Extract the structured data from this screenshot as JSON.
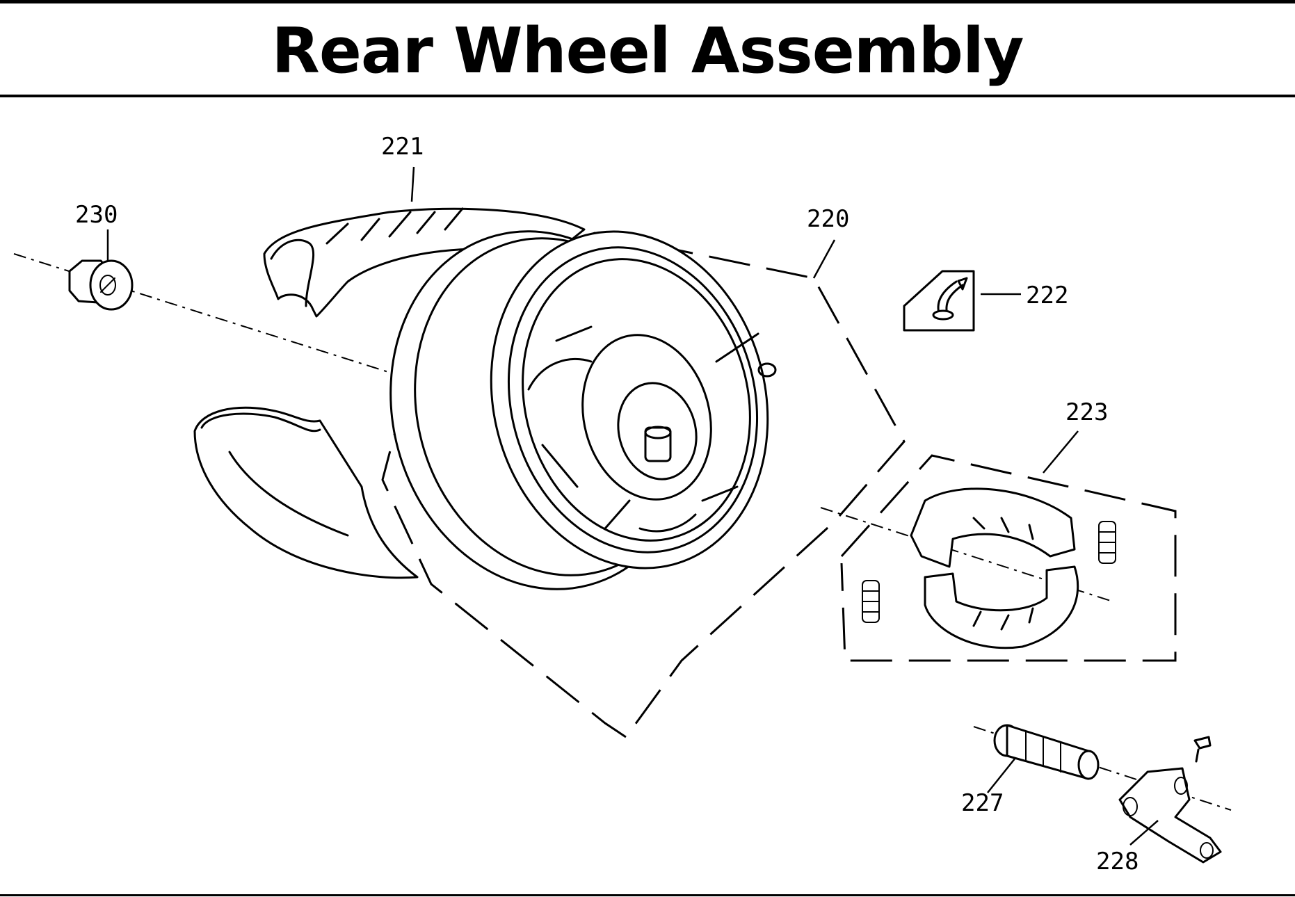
{
  "title": "Rear Wheel Assembly",
  "parts": [
    {
      "number": "221",
      "icon": "tire-icon"
    },
    {
      "number": "230",
      "icon": "axle-nut-icon"
    },
    {
      "number": "220",
      "icon": "rim-icon"
    },
    {
      "number": "222",
      "icon": "valve-stem-icon"
    },
    {
      "number": "223",
      "icon": "brake-shoe-icon"
    },
    {
      "number": "227",
      "icon": "brake-cam-icon"
    },
    {
      "number": "228",
      "icon": "brake-arm-icon"
    }
  ]
}
